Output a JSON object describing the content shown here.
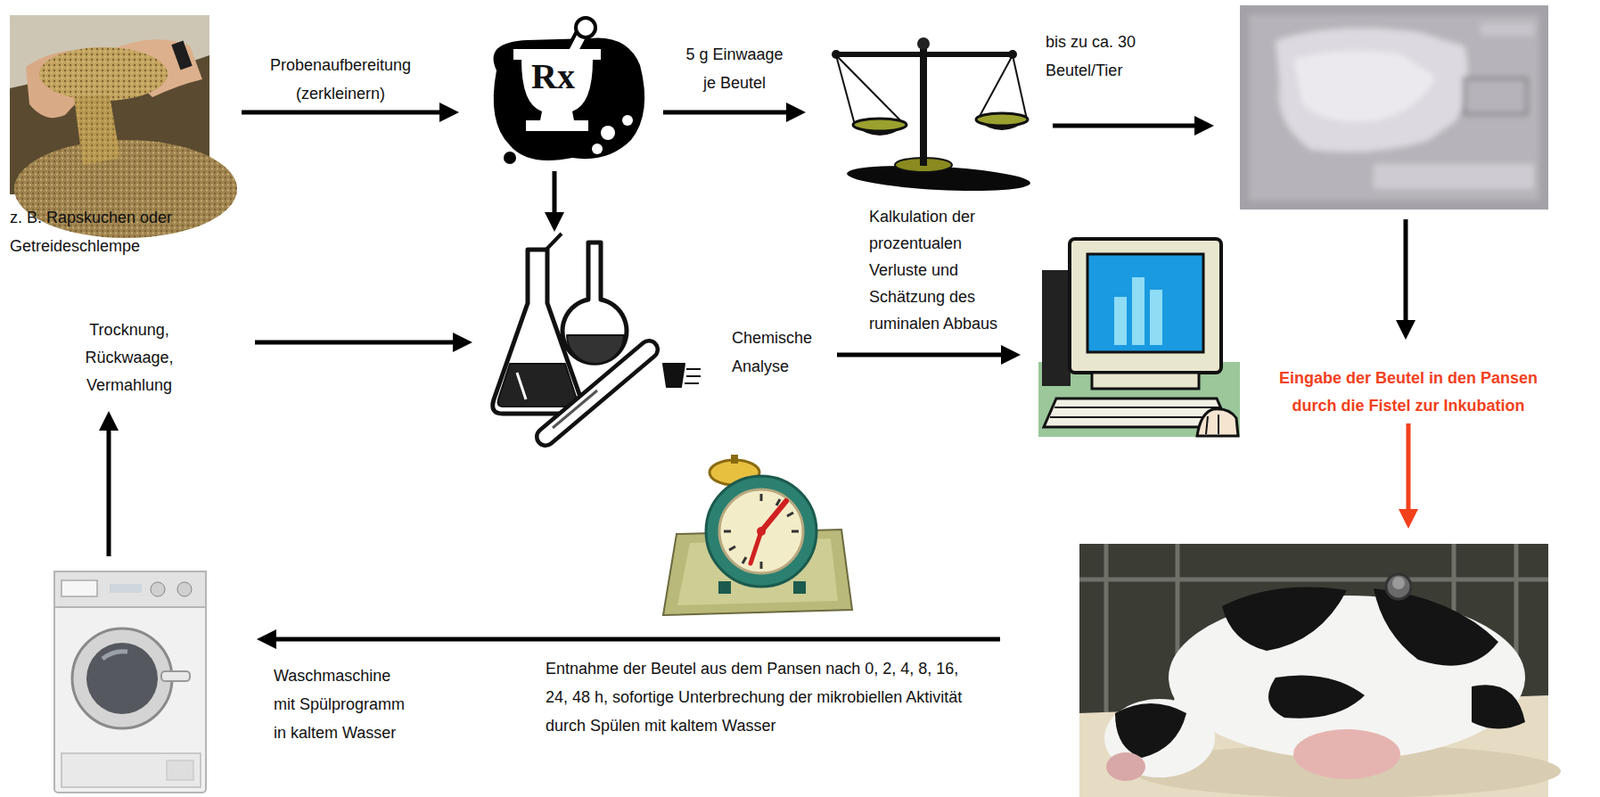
{
  "diagram": {
    "nodes": [
      {
        "text": [
          "z. B. Rapskuchen oder Getreideschlempe"
        ]
      },
      {
        "text": []
      },
      {
        "text": []
      },
      {
        "text": []
      },
      {
        "text": []
      },
      {
        "text": []
      },
      {
        "text": []
      },
      {
        "text": [
          "Waschmaschine mit Spülprogramm in kaltem Wasser"
        ]
      }
    ],
    "edges": [
      {
        "from": 0,
        "to": 1,
        "arrow": "to",
        "label": "Probenaufbereitung (zerkleinern)"
      },
      {
        "from": 1,
        "to": 2,
        "arrow": "to",
        "label": "5 g Einwaage je Beutel"
      },
      {
        "from": 2,
        "to": 3,
        "arrow": "to",
        "label": "bis zu ca. 30 Beutel/Tier"
      },
      {
        "from": 3,
        "to": 6,
        "arrow": "to",
        "label": "Eingabe der Beutel in den Pansen durch die Fistel zur Inkubation"
      },
      {
        "from": 6,
        "to": 7,
        "arrow": "to",
        "label": "Entnahme der Beutel aus dem Pansen nach 0, 2, 4, 8, 16, 24, 48 h, sofortige Unterbrechung der mikrobiellen Aktivität durch Spülen mit kaltem Wasser"
      },
      {
        "from": 7,
        "to": 4,
        "arrow": "to",
        "label": "Trocknung, Rückwaage, Vermahlung"
      },
      {
        "from": 1,
        "to": 4,
        "arrow": "to"
      },
      {
        "from": 4,
        "to": 5,
        "arrow": "to",
        "label": "Kalkulation der prozentualen Verluste und Schätzung des ruminalen Abbaus"
      }
    ],
    "labels": [
      "Chemische Analyse",
      "Rx"
    ]
  }
}
